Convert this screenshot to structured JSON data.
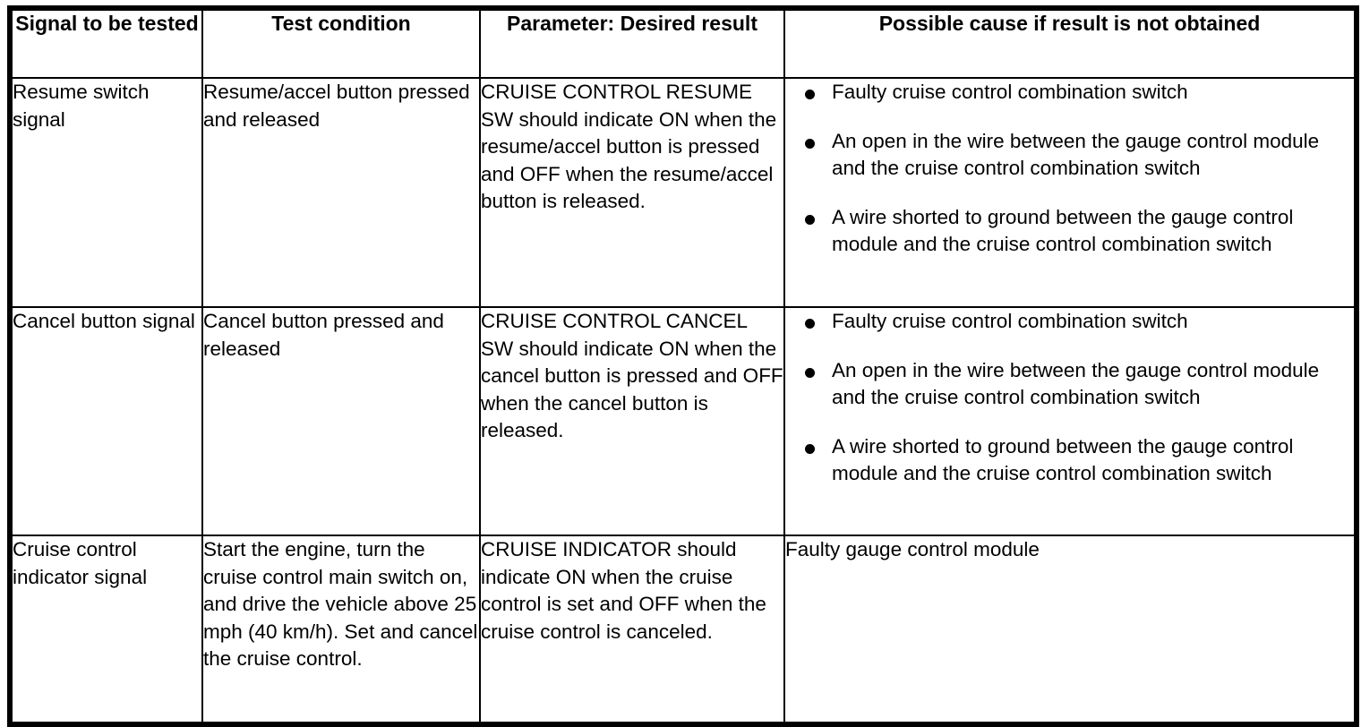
{
  "table": {
    "headers": [
      "Signal to be tested",
      "Test condition",
      "Parameter: Desired result",
      "Possible cause if result is not obtained"
    ],
    "rows": [
      {
        "signal": "Resume switch signal",
        "test_condition": "Resume/accel button pressed and released",
        "parameter_desired_result": "CRUISE CONTROL RESUME SW should indicate ON when the resume/accel button is pressed and OFF when the resume/accel button is released.",
        "possible_causes": [
          "Faulty cruise control combination switch",
          "An open in the wire between the gauge control module and the cruise control combination switch",
          "A wire shorted to ground between the gauge control module and the cruise control combination switch"
        ]
      },
      {
        "signal": "Cancel button signal",
        "test_condition": "Cancel button pressed and released",
        "parameter_desired_result": "CRUISE CONTROL CANCEL SW should indicate ON when the cancel button is pressed and OFF when the cancel button is released.",
        "possible_causes": [
          "Faulty cruise control combination switch",
          "An open in the wire between the gauge control module and the cruise control combination switch",
          "A wire shorted to ground between the gauge control module and the cruise control combination switch"
        ]
      },
      {
        "signal": "Cruise control indicator signal",
        "test_condition": "Start the engine, turn the cruise control main switch on, and drive the vehicle above 25 mph (40 km/h). Set and cancel the cruise control.",
        "parameter_desired_result": "CRUISE INDICATOR should indicate ON when the cruise control is set and OFF when the cruise control is canceled.",
        "possible_causes": [
          "Faulty gauge control module"
        ],
        "causes_unbulleted": true
      }
    ]
  },
  "colors": {
    "border": "#000000",
    "text": "#000000",
    "background": "#ffffff"
  }
}
